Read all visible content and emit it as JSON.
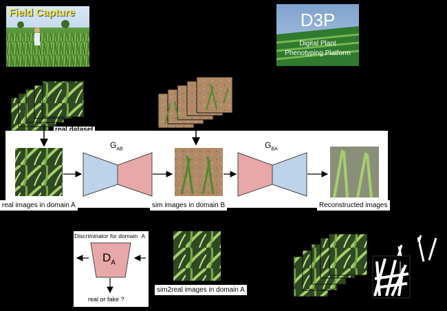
{
  "field_capture": {
    "title": "Field Capture"
  },
  "d3p": {
    "title": "D3P",
    "subtitle_line1": "Digital Plant",
    "subtitle_line2": "Phenotyping Platform"
  },
  "real_dataset_label": "real dataset",
  "pipeline": {
    "real_label": "real images in domain A",
    "sim_label": "sim images in domain B",
    "recon_label": "Reconstructed images",
    "generator_ab": {
      "main": "G",
      "sub": "AB"
    },
    "generator_ba": {
      "main": "G",
      "sub": "BA"
    }
  },
  "discriminator": {
    "title": "Discriminator for domain",
    "domain_letter": "A",
    "symbol_main": "D",
    "symbol_sub": "A",
    "output_label": "real or fake ?"
  },
  "sim2real_label": "sim2real images in domain A",
  "colors": {
    "encoder_blue": "#bcd3ea",
    "decoder_pink": "#e9a8a8",
    "field_title": "#f3e84a",
    "d3p_banner": "#6b8bb6",
    "grass_green": "#4f8a34"
  }
}
